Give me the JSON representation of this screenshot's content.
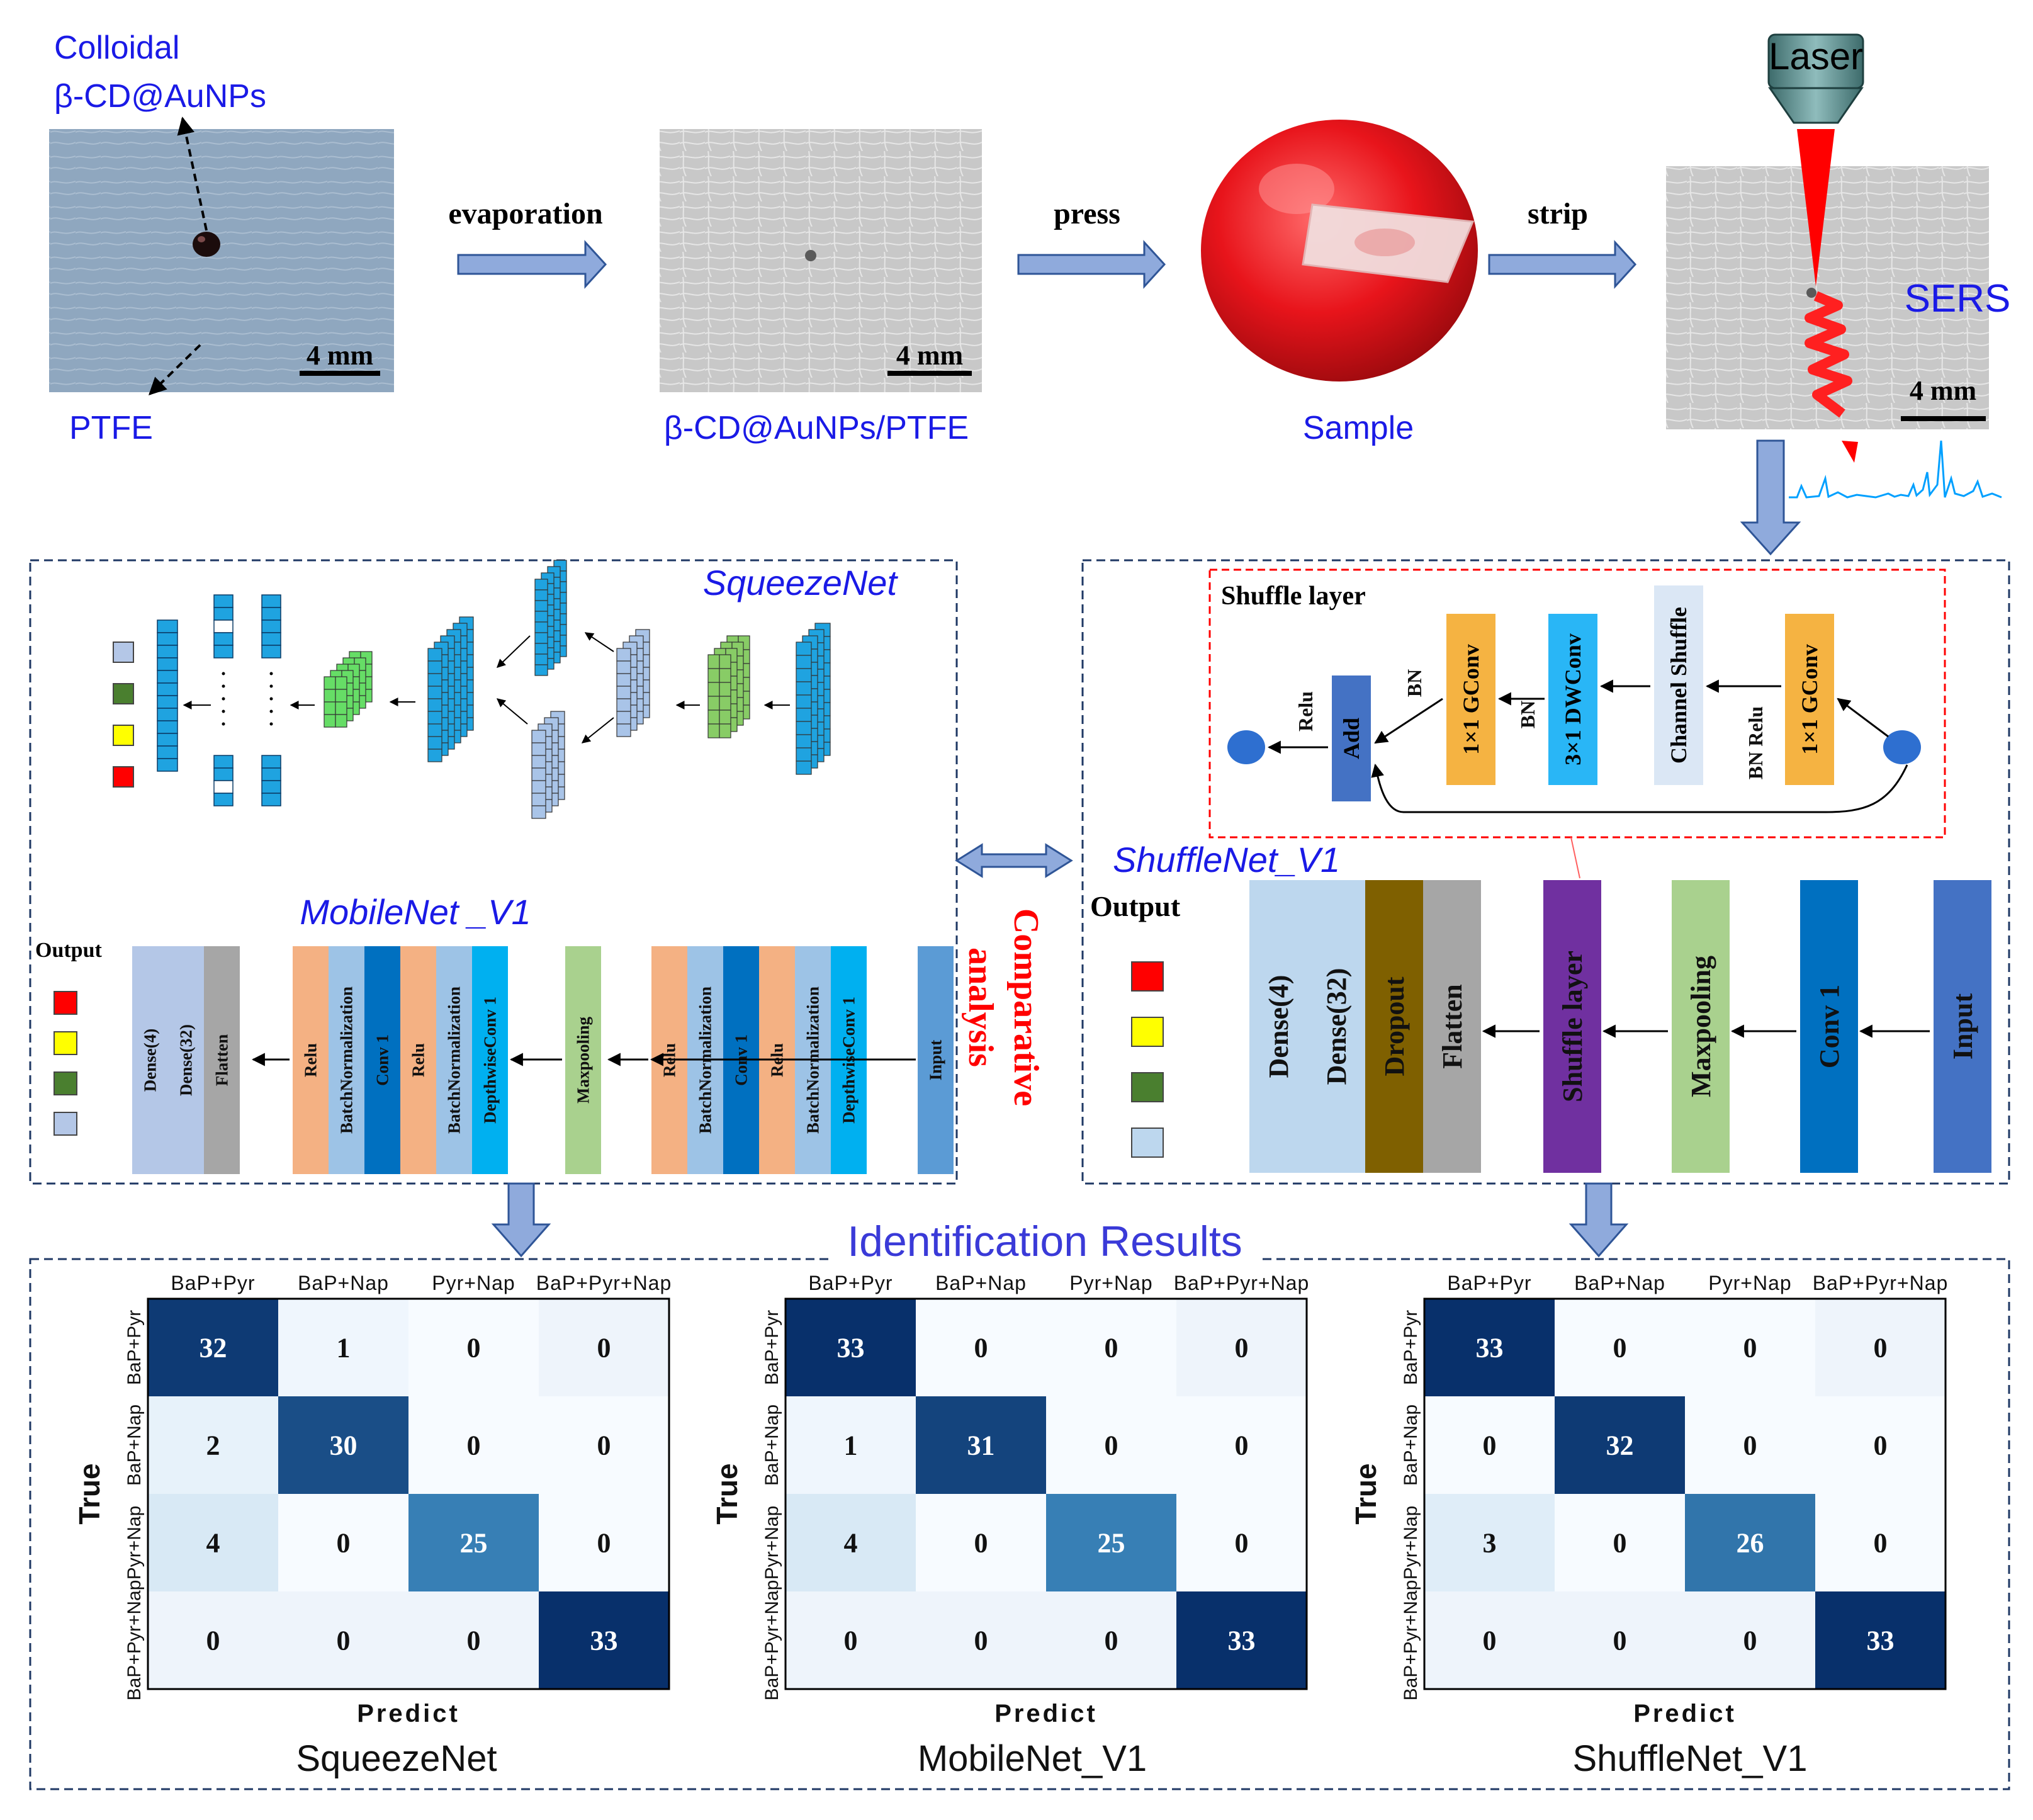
{
  "top": {
    "label_colloidal_1": "Colloidal",
    "label_colloidal_2": "β-CD@AuNPs",
    "label_ptfe": "PTFE",
    "label_substrate": "β-CD@AuNPs/PTFE",
    "label_sample": "Sample",
    "label_sers": "SERS",
    "label_laser": "Laser",
    "step_evaporation": "evaporation",
    "step_press": "press",
    "step_strip": "strip",
    "scalebar": "4 mm"
  },
  "squeezenet": {
    "title": "SqueezeNet",
    "output_colors": [
      "#b4c7e7",
      "#4a7f2f",
      "#ffff00",
      "#ff0000"
    ]
  },
  "mobilenet": {
    "title": "MobileNet _V1",
    "output_label": "Output",
    "output_colors": [
      "#ff0000",
      "#ffff00",
      "#4a7f2f",
      "#b4c7e7"
    ],
    "layers": [
      {
        "label": "Dense(4)",
        "color": "#b4c7e7"
      },
      {
        "label": "Dense(32)",
        "color": "#b4c7e7"
      },
      {
        "label": "Flatten",
        "color": "#a6a6a6"
      },
      {
        "label": "Relu",
        "color": "#f4b183"
      },
      {
        "label": "BatchNormalization",
        "color": "#9dc3e6"
      },
      {
        "label": "Conv 1",
        "color": "#0070c0"
      },
      {
        "label": "Relu",
        "color": "#f4b183"
      },
      {
        "label": "BatchNormalization",
        "color": "#9dc3e6"
      },
      {
        "label": "DepthwiseConv 1",
        "color": "#00b0f0"
      },
      {
        "label": "Maxpooling",
        "color": "#a9d18e"
      },
      {
        "label": "Relu",
        "color": "#f4b183"
      },
      {
        "label": "BatchNormalization",
        "color": "#9dc3e6"
      },
      {
        "label": "Conv 1",
        "color": "#0070c0"
      },
      {
        "label": "Relu",
        "color": "#f4b183"
      },
      {
        "label": "BatchNormalization",
        "color": "#9dc3e6"
      },
      {
        "label": "DepthwiseConv 1",
        "color": "#00b0f0"
      },
      {
        "label": "Input",
        "color": "#5b9bd5"
      }
    ]
  },
  "shufflenet": {
    "title": "ShuffleNet_V1",
    "output_label": "Output",
    "output_colors": [
      "#ff0000",
      "#ffff00",
      "#4a7f2f",
      "#bdd7ee"
    ],
    "layers": [
      {
        "label": "Dense(4)",
        "color": "#bdd7ee"
      },
      {
        "label": "Dense(32)",
        "color": "#bdd7ee"
      },
      {
        "label": "Dropout",
        "color": "#7f6000"
      },
      {
        "label": "Flatten",
        "color": "#a6a6a6"
      },
      {
        "label": "Shuffle layer",
        "color": "#7030a0"
      },
      {
        "label": "Maxpooling",
        "color": "#a9d18e"
      },
      {
        "label": "Conv 1",
        "color": "#0070c0"
      },
      {
        "label": "Input",
        "color": "#4472c4"
      }
    ],
    "shuffle_layer": {
      "title": "Shuffle layer",
      "blocks": [
        "Add",
        "1×1 GConv",
        "3×1 DWConv",
        "Channel Shuffle",
        "1×1 GConv"
      ],
      "edge_labels": [
        "Relu",
        "BN",
        "BN",
        "BN Relu"
      ]
    }
  },
  "comparative": "Comparative analysis",
  "results": {
    "title": "Identification Results",
    "class_labels": [
      "BaP+Pyr",
      "BaP+Nap",
      "Pyr+Nap",
      "BaP+Pyr+Nap"
    ],
    "xlabel": "Predict",
    "ylabel": "True"
  },
  "chart_data": [
    {
      "type": "heatmap",
      "title": "SqueezeNet",
      "xlabel": "Predict",
      "ylabel": "True",
      "categories": [
        "BaP+Pyr",
        "BaP+Nap",
        "Pyr+Nap",
        "BaP+Pyr+Nap"
      ],
      "matrix": [
        [
          32,
          1,
          0,
          0
        ],
        [
          2,
          30,
          0,
          0
        ],
        [
          4,
          0,
          25,
          0
        ],
        [
          0,
          0,
          0,
          33
        ]
      ]
    },
    {
      "type": "heatmap",
      "title": "MobileNet_V1",
      "xlabel": "Predict",
      "ylabel": "True",
      "categories": [
        "BaP+Pyr",
        "BaP+Nap",
        "Pyr+Nap",
        "BaP+Pyr+Nap"
      ],
      "matrix": [
        [
          33,
          0,
          0,
          0
        ],
        [
          1,
          31,
          0,
          0
        ],
        [
          4,
          0,
          25,
          0
        ],
        [
          0,
          0,
          0,
          33
        ]
      ]
    },
    {
      "type": "heatmap",
      "title": "ShuffleNet_V1",
      "xlabel": "Predict",
      "ylabel": "True",
      "categories": [
        "BaP+Pyr",
        "BaP+Nap",
        "Pyr+Nap",
        "BaP+Pyr+Nap"
      ],
      "matrix": [
        [
          33,
          0,
          0,
          0
        ],
        [
          0,
          32,
          0,
          0
        ],
        [
          3,
          0,
          26,
          0
        ],
        [
          0,
          0,
          0,
          33
        ]
      ]
    }
  ]
}
